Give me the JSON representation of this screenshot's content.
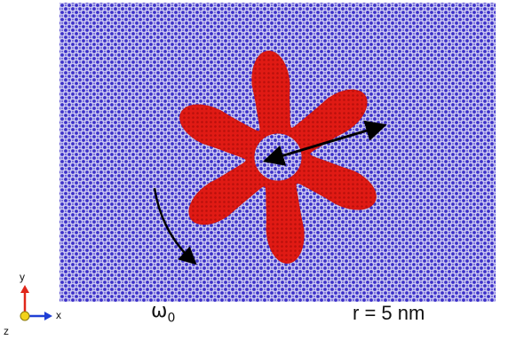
{
  "figure": {
    "omega_symbol": "ω",
    "omega_subscript": "0",
    "radius_label": "r = 5 nm",
    "colors": {
      "lattice_blue": "#3b2fc9",
      "lattice_light": "#c9c6f0",
      "gear_red": "#e01a14",
      "arrow": "#000000",
      "axis_x": "#1f3fd6",
      "axis_y": "#e0261a",
      "axis_origin": "#f2d21a"
    }
  },
  "axes": {
    "x_label": "x",
    "y_label": "y",
    "z_label": "z"
  }
}
